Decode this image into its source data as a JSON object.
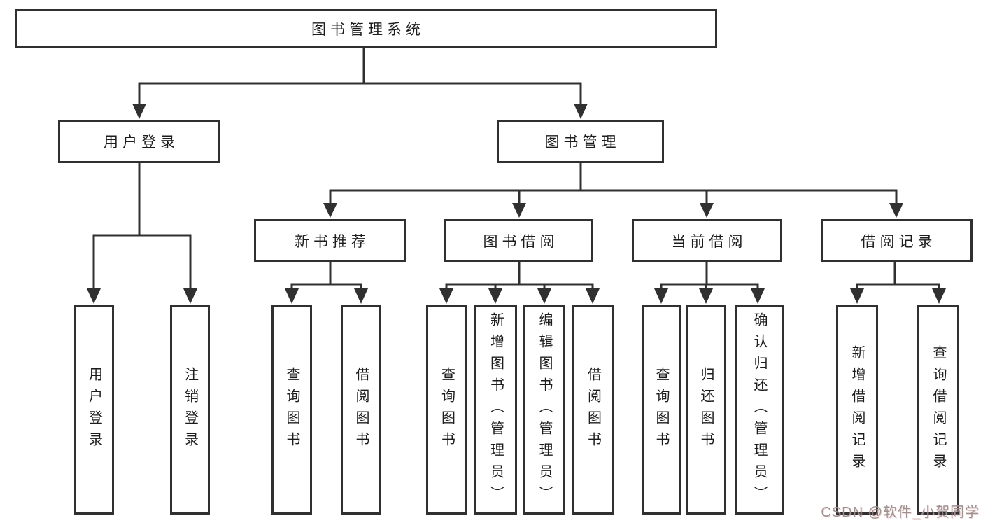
{
  "diagram": {
    "root": {
      "label": "图书管理系统"
    },
    "level2": [
      {
        "label": "用户登录"
      },
      {
        "label": "图书管理"
      }
    ],
    "level3": [
      {
        "label": "新书推荐"
      },
      {
        "label": "图书借阅"
      },
      {
        "label": "当前借阅"
      },
      {
        "label": "借阅记录"
      }
    ],
    "leaves": {
      "user_login": [
        {
          "label": "用户登录"
        },
        {
          "label": "注销登录"
        }
      ],
      "new_books": [
        {
          "label": "查询图书"
        },
        {
          "label": "借阅图书"
        }
      ],
      "book_borrow": [
        {
          "label": "查询图书"
        },
        {
          "label": "新增图书（管理员）"
        },
        {
          "label": "编辑图书（管理员）"
        },
        {
          "label": "借阅图书"
        }
      ],
      "current_borrow": [
        {
          "label": "查询图书"
        },
        {
          "label": "归还图书"
        },
        {
          "label": "确认归还（管理员）"
        }
      ],
      "borrow_records": [
        {
          "label": "新增借阅记录"
        },
        {
          "label": "查询借阅记录"
        }
      ]
    },
    "watermark": "CSDN @软件_小贺同学",
    "colors": {
      "line": "#303030",
      "box_background": "#ffffff",
      "watermark": "#9b9191",
      "background": "#ffffff"
    }
  }
}
